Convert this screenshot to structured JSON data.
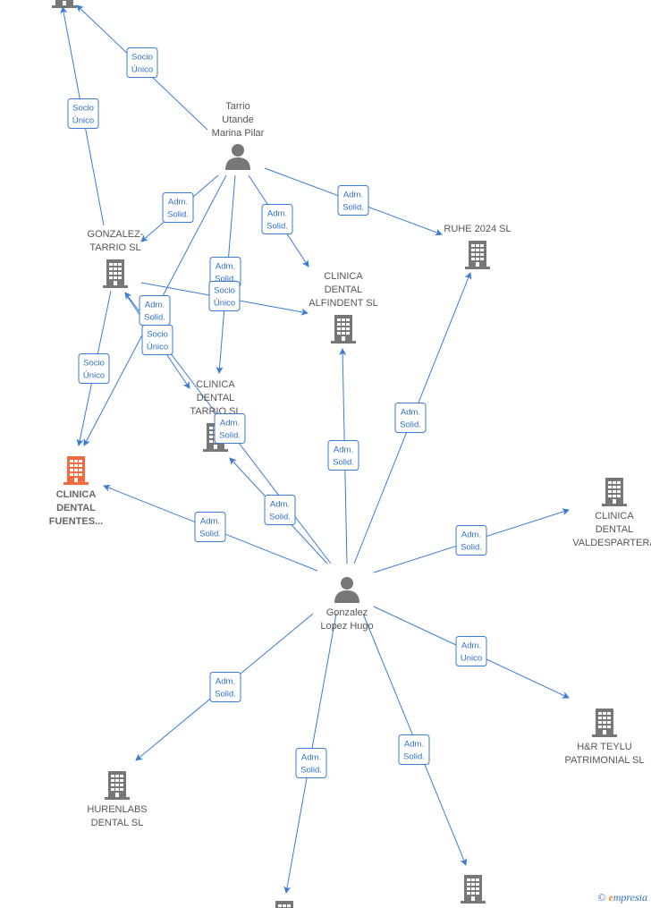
{
  "colors": {
    "edge": "#3a7bd5",
    "company": "#777777",
    "main_company": "#f26a3d",
    "person": "#777777"
  },
  "nodes": [
    {
      "id": "n_top_cut",
      "type": "company",
      "label": [],
      "icon": "building-icon"
    },
    {
      "id": "tarrio",
      "type": "person",
      "label": [
        "Tarrio",
        "Utande",
        "Marina Pilar"
      ],
      "icon": "person-icon"
    },
    {
      "id": "gonzalez_tarrio",
      "type": "company",
      "label": [
        "GONZALEZ-",
        "TARRIO  SL"
      ],
      "icon": "building-icon"
    },
    {
      "id": "ruhe",
      "type": "company",
      "label": [
        "RUHE 2024  SL"
      ],
      "icon": "building-icon"
    },
    {
      "id": "alfindent",
      "type": "company",
      "label": [
        "CLINICA",
        "DENTAL",
        "ALFINDENT  SL"
      ],
      "icon": "building-icon"
    },
    {
      "id": "tarrio_sl",
      "type": "company",
      "label": [
        "CLINICA",
        "DENTAL",
        "TARRIO  SL"
      ],
      "icon": "building-icon"
    },
    {
      "id": "fuentes",
      "type": "main",
      "label": [
        "CLINICA",
        "DENTAL",
        "FUENTES..."
      ],
      "icon": "building-icon"
    },
    {
      "id": "valdespartera",
      "type": "company",
      "label": [
        "CLINICA",
        "DENTAL",
        "VALDESPARTERA"
      ],
      "icon": "building-icon"
    },
    {
      "id": "gonzalez",
      "type": "person",
      "label": [
        "Gonzalez",
        "Lopez Hugo"
      ],
      "icon": "person-icon"
    },
    {
      "id": "hr_teylu",
      "type": "company",
      "label": [
        "H&R TEYLU",
        "PATRIMONIAL SL"
      ],
      "icon": "building-icon"
    },
    {
      "id": "hurenlabs",
      "type": "company",
      "label": [
        "HURENLABS",
        "DENTAL  SL"
      ],
      "icon": "building-icon"
    },
    {
      "id": "bottom_mid",
      "type": "company",
      "label": [],
      "icon": "building-icon"
    },
    {
      "id": "bottom_right",
      "type": "company",
      "label": [],
      "icon": "building-icon"
    }
  ],
  "edges": [
    {
      "from": "tarrio",
      "to": "n_top_cut",
      "label": [
        "Socio",
        "Único"
      ]
    },
    {
      "from": "gonzalez_tarrio",
      "to": "n_top_cut",
      "label": [
        "Socio",
        "Único"
      ]
    },
    {
      "from": "tarrio",
      "to": "gonzalez_tarrio",
      "label": [
        "Adm.",
        "Solid."
      ]
    },
    {
      "from": "tarrio",
      "to": "alfindent",
      "label": [
        "Adm.",
        "Solid."
      ]
    },
    {
      "from": "tarrio",
      "to": "ruhe",
      "label": [
        "Adm.",
        "Solid."
      ]
    },
    {
      "from": "tarrio",
      "to": "tarrio_sl",
      "label": [
        "Adm.",
        "Solid."
      ]
    },
    {
      "from": "gonzalez_tarrio",
      "to": "alfindent",
      "label": [
        "Socio",
        "Único"
      ]
    },
    {
      "from": "tarrio",
      "to": "fuentes",
      "label": [
        "Adm.",
        "Solid."
      ]
    },
    {
      "from": "gonzalez_tarrio",
      "to": "tarrio_sl",
      "label": [
        "Socio",
        "Único"
      ]
    },
    {
      "from": "gonzalez_tarrio",
      "to": "fuentes",
      "label": [
        "Socio",
        "Único"
      ]
    },
    {
      "from": "gonzalez",
      "to": "tarrio_sl",
      "label": [
        "Adm.",
        "Solid."
      ]
    },
    {
      "from": "gonzalez",
      "to": "gonzalez_tarrio",
      "label": [
        "Adm.",
        "Solid."
      ]
    },
    {
      "from": "gonzalez",
      "to": "alfindent",
      "label": [
        "Adm.",
        "Solid."
      ]
    },
    {
      "from": "gonzalez",
      "to": "ruhe",
      "label": [
        "Adm.",
        "Solid."
      ]
    },
    {
      "from": "gonzalez",
      "to": "fuentes",
      "label": [
        "Adm.",
        "Solid."
      ]
    },
    {
      "from": "gonzalez",
      "to": "valdespartera",
      "label": [
        "Adm.",
        "Solid."
      ]
    },
    {
      "from": "gonzalez",
      "to": "hr_teylu",
      "label": [
        "Adm.",
        "Unico"
      ]
    },
    {
      "from": "gonzalez",
      "to": "hurenlabs",
      "label": [
        "Adm.",
        "Solid."
      ]
    },
    {
      "from": "gonzalez",
      "to": "bottom_mid",
      "label": [
        "Adm.",
        "Solid."
      ]
    },
    {
      "from": "gonzalez",
      "to": "bottom_right",
      "label": [
        "Adm.",
        "Solid."
      ]
    }
  ],
  "brand": {
    "copyright": "©",
    "initial": "e",
    "name": "mpresia"
  }
}
